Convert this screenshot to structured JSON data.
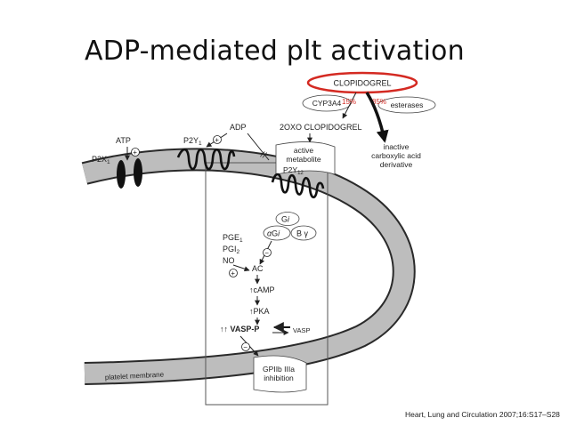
{
  "title": "ADP-mediated plt activation",
  "citation": "Heart, Lung and Circulation 2007;16:S17–S28",
  "colors": {
    "highlight": "#d42a22",
    "membrane": "#bdbdbd",
    "ink": "#222222"
  },
  "labels": {
    "clopidogrel": "CLOPIDOGREL",
    "cyp3a4": "CYP3A4",
    "esterases": "esterases",
    "pct15": "15%",
    "pct85": "85%",
    "oxo": "2OXO CLOPIDOGREL",
    "active1": "active",
    "active2": "metabolite",
    "inactive1": "inactive",
    "inactive2": "carboxylic acid",
    "inactive3": "derivative",
    "atp": "ATP",
    "adp": "ADP",
    "p2x1": "P2X",
    "p2x1_sub": "1",
    "p2y1": "P2Y",
    "p2y1_sub": "1",
    "p2y12": "P2Y",
    "p2y12_sub": "12",
    "gi": "G",
    "gi_it": "i",
    "agi_a": "α",
    "agi_g": "G",
    "agi_i": "i",
    "bg": "B γ",
    "pge": "PGE",
    "pge_sub": "1",
    "pgi": "PGI",
    "pgi_sub": "2",
    "no": "NO",
    "ac": "AC",
    "camp": "↑cAMP",
    "pka": "↑PKA",
    "vaspp": "↑↑ VASP-P",
    "vasp": "VASP",
    "gp1": "GPIIb IIIa",
    "gp2": "inhibition",
    "membrane": "platelet membrane",
    "plus": "+",
    "minus": "−",
    "block": "//"
  }
}
